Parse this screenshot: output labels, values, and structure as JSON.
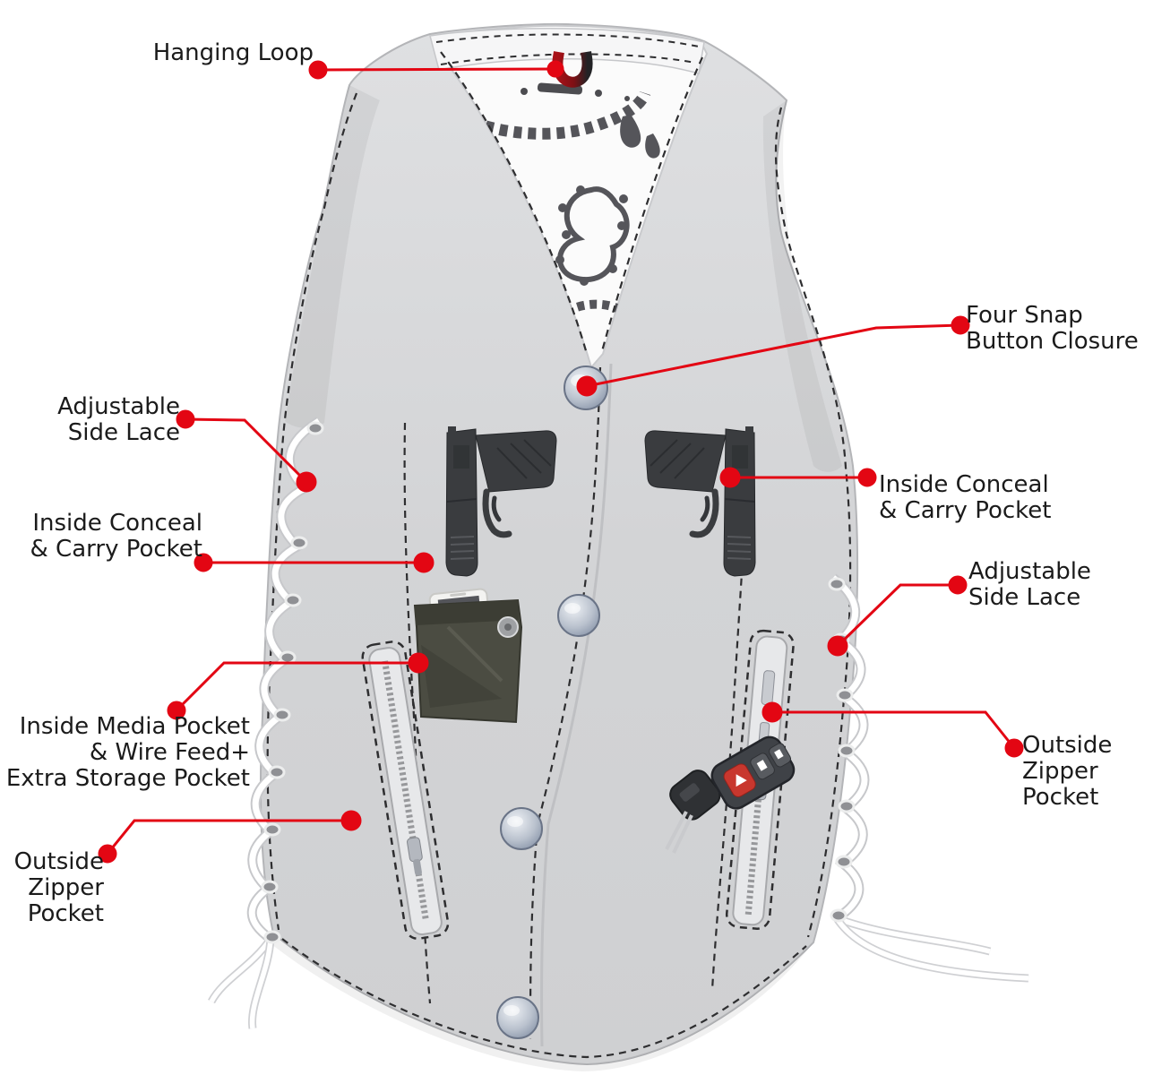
{
  "diagram": {
    "subject": "womens-leather-vest-feature-diagram",
    "colors": {
      "callout_red": "#e30613",
      "label_text": "#1b1b1b",
      "vest_leather": "#d5d6d8",
      "lining_white": "#fbfbfb",
      "paisley_print": "#55555a",
      "media_pocket_olive": "#4b4c42",
      "hanging_loop_red": "#a01218"
    },
    "labels": {
      "hanging_loop": {
        "lines": [
          "Hanging Loop"
        ]
      },
      "four_snap": {
        "lines": [
          "Four Snap",
          "Button Closure"
        ]
      },
      "side_lace_left": {
        "lines": [
          "Adjustable",
          "Side Lace"
        ]
      },
      "conceal_left": {
        "lines": [
          "Inside Conceal",
          "& Carry Pocket"
        ]
      },
      "conceal_right": {
        "lines": [
          "Inside Conceal",
          "& Carry Pocket"
        ]
      },
      "side_lace_right": {
        "lines": [
          "Adjustable",
          "Side Lace"
        ]
      },
      "media_pocket": {
        "lines": [
          "Inside Media Pocket",
          "& Wire Feed+",
          "Extra Storage Pocket"
        ]
      },
      "zipper_left": {
        "lines": [
          "Outside",
          "Zipper",
          "Pocket"
        ]
      },
      "zipper_right": {
        "lines": [
          "Outside",
          "Zipper",
          "Pocket"
        ]
      }
    }
  }
}
